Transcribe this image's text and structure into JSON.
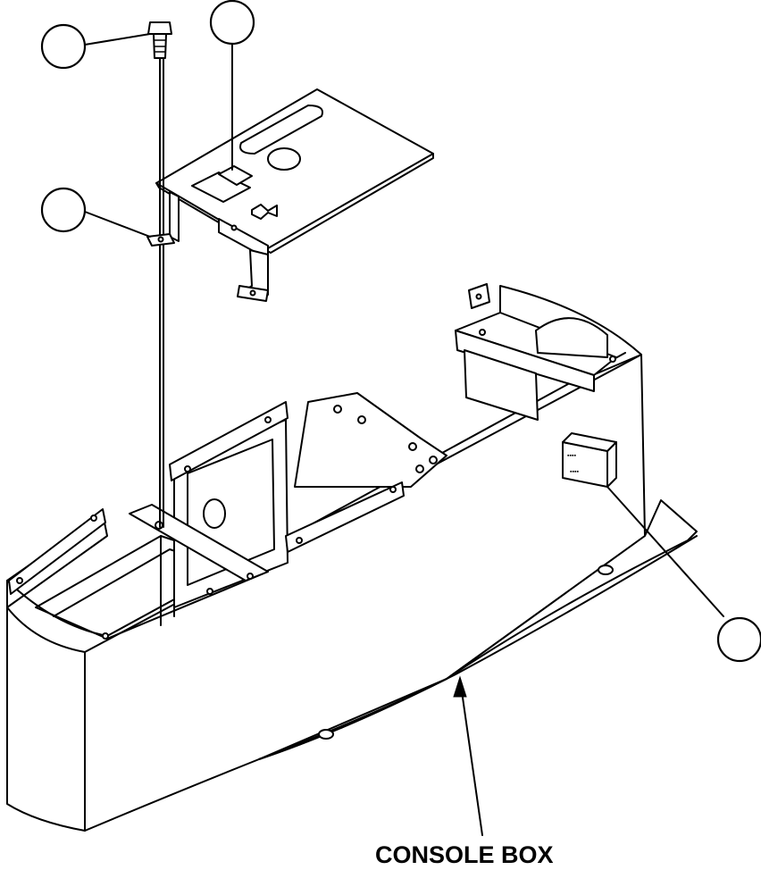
{
  "diagram": {
    "caption": "CONSOLE BOX",
    "callouts": [
      {
        "id": "callout-1",
        "label": ""
      },
      {
        "id": "callout-2",
        "label": ""
      },
      {
        "id": "callout-3",
        "label": ""
      },
      {
        "id": "callout-4",
        "label": ""
      }
    ]
  },
  "colors": {
    "ink": "#000000",
    "paper": "#ffffff"
  }
}
